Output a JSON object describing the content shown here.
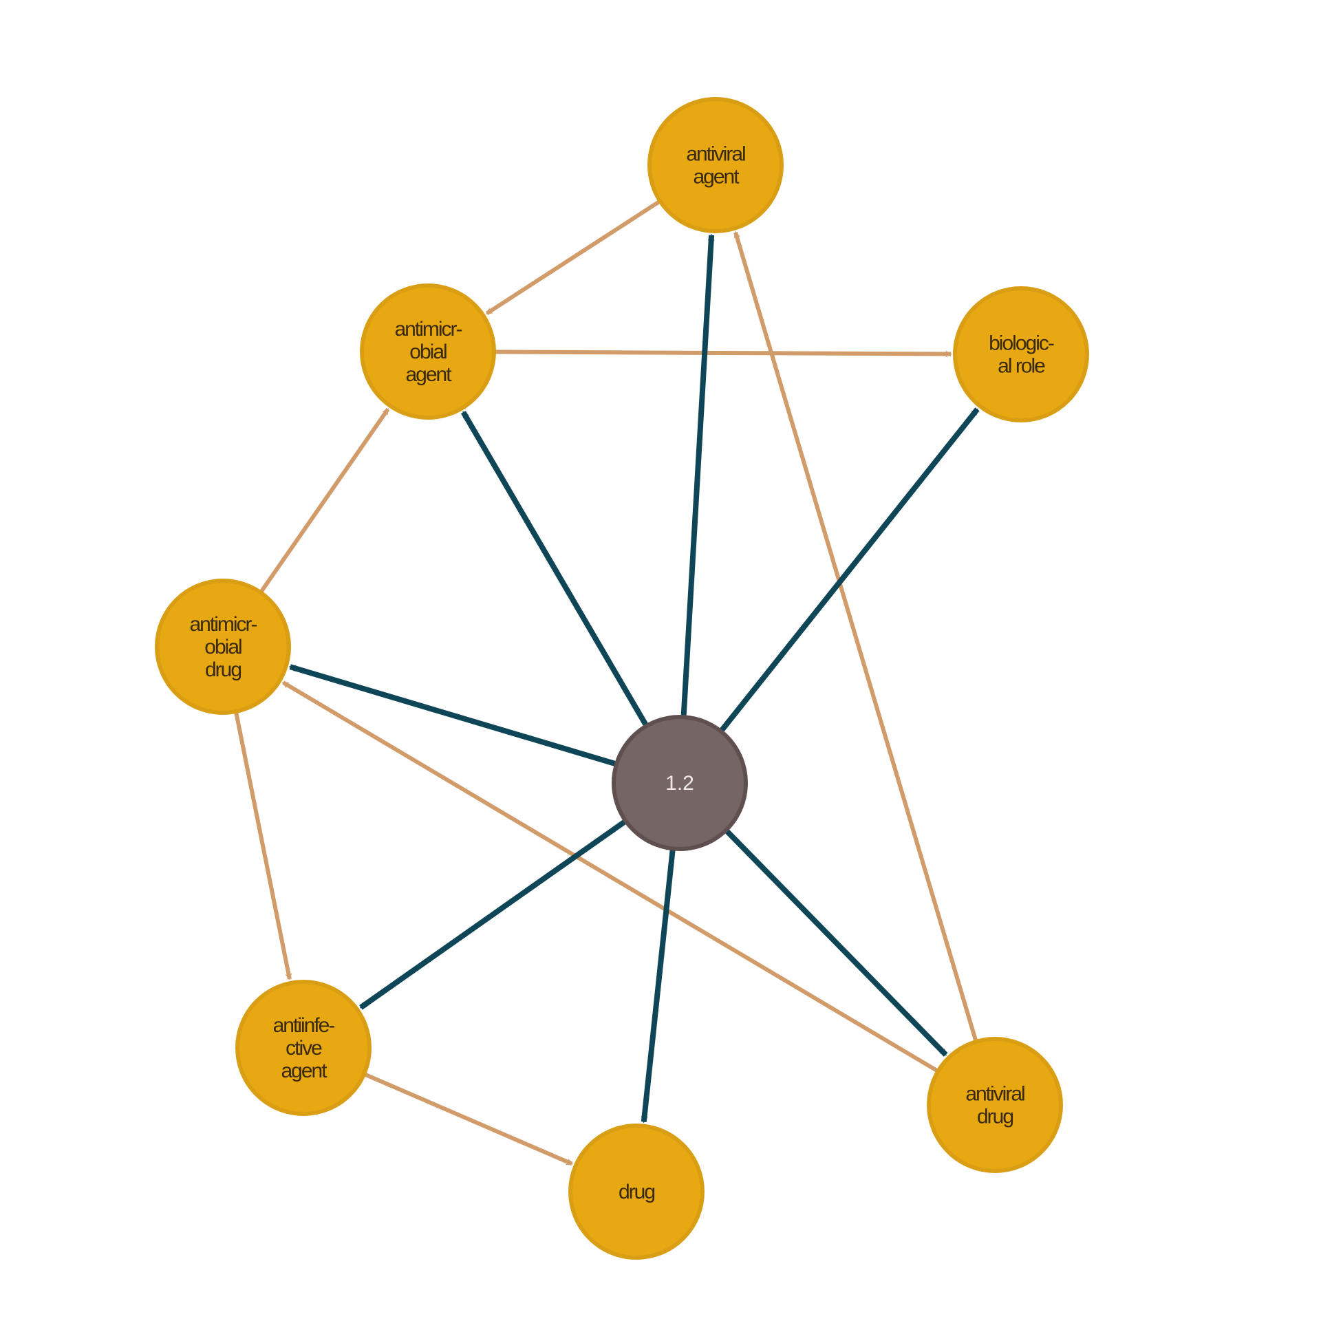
{
  "colors": {
    "node_fill": "#E8A812",
    "node_stroke": "#D99E14",
    "center_fill": "#756564",
    "center_stroke": "#5F4F4F",
    "edge_primary": "#0E4657",
    "edge_secondary": "#D29C6A"
  },
  "center_node": {
    "id": "center",
    "label": "1.2"
  },
  "nodes": [
    {
      "id": "antiviral_agent",
      "lines": [
        "antiviral",
        "agent"
      ]
    },
    {
      "id": "antimicrobial_agent",
      "lines": [
        "antimicr-",
        "obial",
        "agent"
      ]
    },
    {
      "id": "biological_role",
      "lines": [
        "biologic-",
        "al role"
      ]
    },
    {
      "id": "antimicrobial_drug",
      "lines": [
        "antimicr-",
        "obial",
        "drug"
      ]
    },
    {
      "id": "antiinfective_agent",
      "lines": [
        "antiinfe-",
        "ctive",
        "agent"
      ]
    },
    {
      "id": "drug",
      "lines": [
        "drug"
      ]
    },
    {
      "id": "antiviral_drug",
      "lines": [
        "antiviral",
        "drug"
      ]
    }
  ],
  "edges": [
    {
      "from": "antiviral_agent",
      "to": "antimicrobial_agent",
      "kind": "secondary"
    },
    {
      "from": "antimicrobial_agent",
      "to": "biological_role",
      "kind": "secondary"
    },
    {
      "from": "antimicrobial_drug",
      "to": "antimicrobial_agent",
      "kind": "secondary"
    },
    {
      "from": "antimicrobial_drug",
      "to": "antiinfective_agent",
      "kind": "secondary"
    },
    {
      "from": "antiinfective_agent",
      "to": "drug",
      "kind": "secondary"
    },
    {
      "from": "antiviral_drug",
      "to": "antimicrobial_drug",
      "kind": "secondary"
    },
    {
      "from": "antiviral_drug",
      "to": "antiviral_agent",
      "kind": "secondary"
    },
    {
      "from": "center",
      "to": "antiviral_agent",
      "kind": "primary"
    },
    {
      "from": "center",
      "to": "antimicrobial_agent",
      "kind": "primary"
    },
    {
      "from": "center",
      "to": "biological_role",
      "kind": "primary"
    },
    {
      "from": "center",
      "to": "antimicrobial_drug",
      "kind": "primary"
    },
    {
      "from": "center",
      "to": "antiinfective_agent",
      "kind": "primary"
    },
    {
      "from": "center",
      "to": "drug",
      "kind": "primary"
    },
    {
      "from": "center",
      "to": "antiviral_drug",
      "kind": "primary"
    }
  ]
}
